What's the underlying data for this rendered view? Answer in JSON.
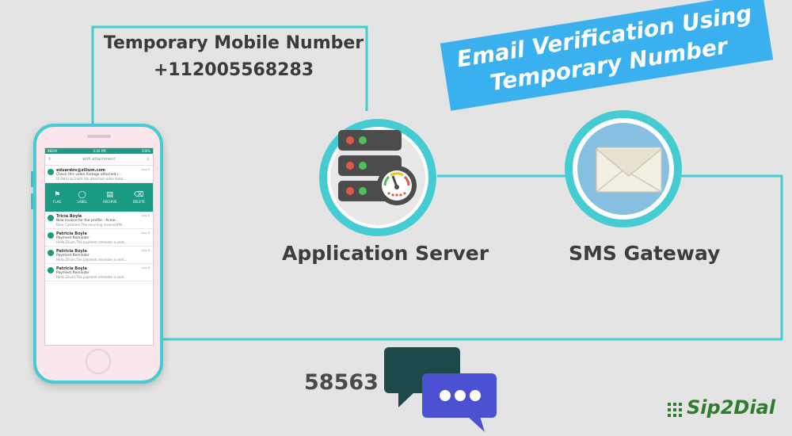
{
  "banner": {
    "line1": "Email Verification Using",
    "line2": "Temporary Number"
  },
  "phone_label": {
    "title": "Temporary Mobile Number",
    "number": "+112005568283"
  },
  "nodes": {
    "app_server": "Application Server",
    "sms_gateway": "SMS Gateway"
  },
  "code": "58563",
  "logo": "Sip2Dial",
  "colors": {
    "line": "#45cbd2",
    "banner": "#3ab0ee",
    "server_bg": "#4c4c4c",
    "gateway_bg": "#86bfe0",
    "chat_dark": "#1e4a4c",
    "chat_blue": "#4a52d3"
  },
  "phone": {
    "status": {
      "left": "INBOX",
      "center": "4:34 PM",
      "right": "100%"
    },
    "search_placeholder": "with attachment",
    "actions": [
      "FLAG",
      "LABEL",
      "ARCHIVE",
      "DELETE"
    ],
    "mails": [
      {
        "from": "eduardov@zilium.com",
        "subject": "Check this video footage attached l...",
        "snippet": "Hi Patricia,Check the attached video foota...",
        "date": "Aug 9"
      },
      {
        "from": "Tricia Boyle",
        "subject": "New invoice for the profile - Acme...",
        "snippet": "Dear Customer,The recurring invoice(#W...",
        "date": "Aug 8"
      },
      {
        "from": "Patricia Boyle",
        "subject": "Payment Reminder",
        "snippet": "Hello Zilium,The payment reminder is sent...",
        "date": "Aug 8"
      },
      {
        "from": "Patricia Boyle",
        "subject": "Payment Reminder",
        "snippet": "Hello Zilium,The payment reminder is sent...",
        "date": "Aug 8"
      },
      {
        "from": "Patricia Boyle",
        "subject": "Payment Reminder",
        "snippet": "Hello Zilium,The payment reminder is sent...",
        "date": "Aug 8"
      }
    ]
  }
}
